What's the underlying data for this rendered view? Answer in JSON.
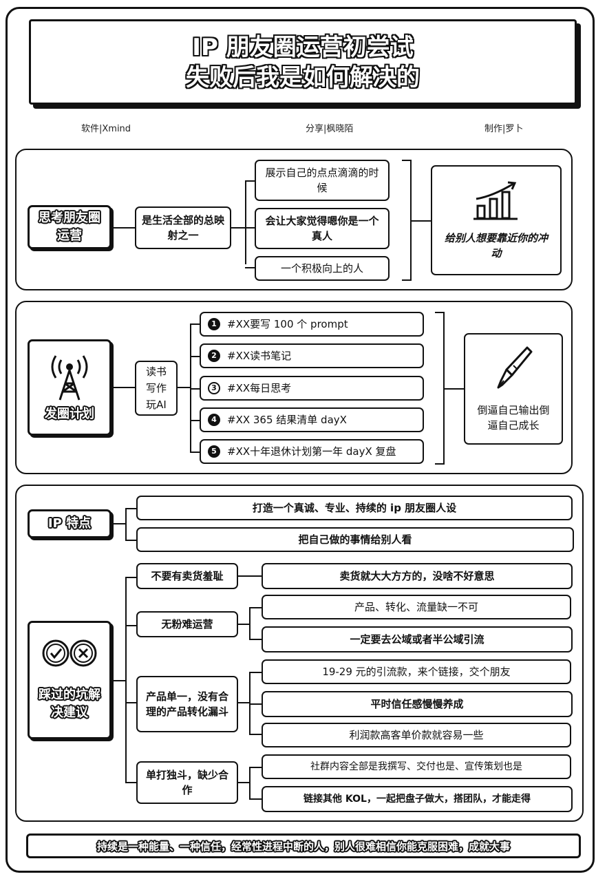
{
  "title": {
    "line1": "IP 朋友圈运营初尝试",
    "line2": "失败后我是如何解决的"
  },
  "meta": {
    "software": "软件|Xmind",
    "share": "分享|枫晓陌",
    "maker": "制作|罗卜"
  },
  "section1": {
    "header": "思考朋友圈运营",
    "middle": "是生活全部的总映射之一",
    "items": [
      "展示自己的点点滴滴的时候",
      "会让大家觉得嗯你是一个真人",
      "一个积极向上的人"
    ],
    "result": "给别人想要靠近你的冲动",
    "result_icon": "bar-chart-growth-icon"
  },
  "section2": {
    "header": "发圈计划",
    "header_icon": "signal-tower-icon",
    "middle": "读书写作玩AI",
    "items": [
      {
        "num": "1",
        "text": "#XX要写 100 个 prompt"
      },
      {
        "num": "2",
        "text": "#XX读书笔记"
      },
      {
        "num": "3",
        "text": "#XX每日思考"
      },
      {
        "num": "4",
        "text": "#XX 365 结果清单 dayX"
      },
      {
        "num": "5",
        "text": "#XX十年退休计划第一年 dayX 复盘"
      }
    ],
    "result": "倒逼自己输出倒逼自己成长",
    "result_icon": "fountain-pen-icon"
  },
  "section3": {
    "ip_header": "IP 特点",
    "ip_items": [
      "打造一个真诚、专业、持续的 ip 朋友圈人设",
      "把自己做的事情给别人看"
    ],
    "pit_header": "踩过的坑解决建议",
    "pit_icon": "check-cross-icon",
    "pits": [
      {
        "label": "不要有卖货羞耻",
        "solutions": [
          "卖货就大大方方的，没啥不好意思"
        ]
      },
      {
        "label": "无粉难运营",
        "solutions": [
          "产品、转化、流量缺一不可",
          "一定要去公域或者半公域引流"
        ]
      },
      {
        "label": "产品单一，没有合理的产品转化漏斗",
        "solutions": [
          "19-29 元的引流款，来个链接，交个朋友",
          "平时信任感慢慢养成",
          "利润款高客单价款就容易一些"
        ]
      },
      {
        "label": "单打独斗，缺少合作",
        "solutions": [
          "社群内容全部是我撰写、交付也是、宣传策划也是",
          "链接其他 KOL，一起把盘子做大，搭团队，才能走得"
        ]
      }
    ]
  },
  "footer": "持续是一种能量、一种信任，经常性进程中断的人，别人很难相信你能克服困难，成就大事"
}
